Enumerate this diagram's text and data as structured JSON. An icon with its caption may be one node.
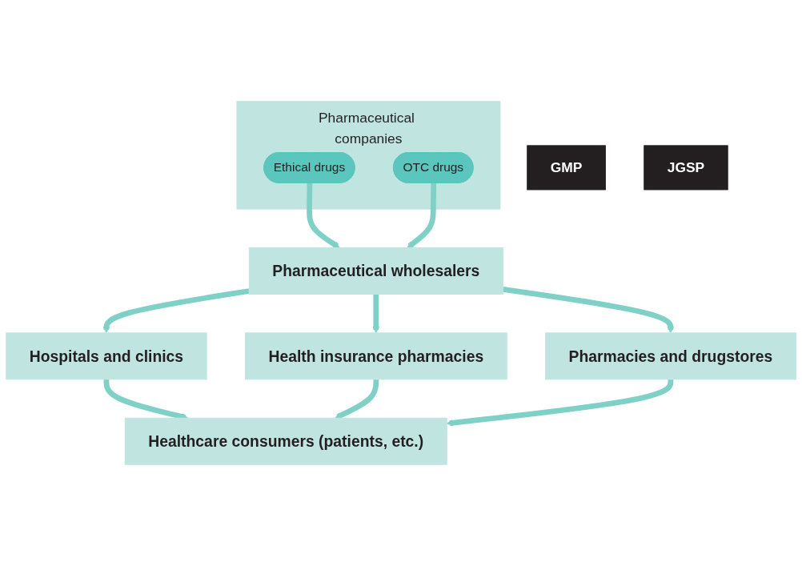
{
  "diagram": {
    "nodes": [
      {
        "text": [
          "Pharmaceutical companies"
        ]
      },
      {
        "text": [
          "Ethical drugs"
        ],
        "in": 0
      },
      {
        "text": [
          "OTC drugs"
        ],
        "in": 0
      },
      {
        "text": [
          "Pharmaceutical wholesalers"
        ]
      },
      {
        "text": [
          "Hospitals and clinics"
        ]
      },
      {
        "text": [
          "Health insurance pharmacies"
        ]
      },
      {
        "text": [
          "Pharmacies and drugstores"
        ]
      },
      {
        "text": [
          "Healthcare consumers (patients, etc.)"
        ]
      },
      {
        "text": [
          "GMP"
        ]
      },
      {
        "text": [
          "JGSP"
        ]
      }
    ],
    "edges": [
      {
        "from": 1,
        "to": 3,
        "arrow": "to"
      },
      {
        "from": 2,
        "to": 3,
        "arrow": "to"
      },
      {
        "from": 3,
        "to": 4,
        "arrow": "to"
      },
      {
        "from": 3,
        "to": 5,
        "arrow": "to"
      },
      {
        "from": 3,
        "to": 6,
        "arrow": "to"
      },
      {
        "from": 4,
        "to": 7,
        "arrow": "to"
      },
      {
        "from": 5,
        "to": 7,
        "arrow": "to"
      },
      {
        "from": 6,
        "to": 7,
        "arrow": "to"
      }
    ]
  }
}
